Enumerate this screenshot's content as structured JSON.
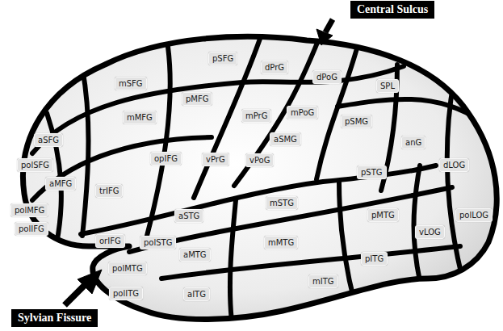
{
  "diagram": {
    "nodes": [
      {
        "text": [
          "Central Sulcus"
        ]
      },
      {
        "text": [
          "pSFG"
        ]
      },
      {
        "text": [
          "dPrG"
        ]
      },
      {
        "text": [
          "dPoG"
        ]
      },
      {
        "text": [
          "mSFG"
        ]
      },
      {
        "text": [
          "SPL"
        ]
      },
      {
        "text": [
          "pMFG"
        ]
      },
      {
        "text": [
          "mMFG"
        ]
      },
      {
        "text": [
          "mPrG"
        ]
      },
      {
        "text": [
          "mPoG"
        ]
      },
      {
        "text": [
          "pSMG"
        ]
      },
      {
        "text": [
          "aSMG"
        ]
      },
      {
        "text": [
          "aSFG"
        ]
      },
      {
        "text": [
          "anG"
        ]
      },
      {
        "text": [
          "opIFG"
        ]
      },
      {
        "text": [
          "vPrG"
        ]
      },
      {
        "text": [
          "vPoG"
        ]
      },
      {
        "text": [
          "polSFG"
        ]
      },
      {
        "text": [
          "dLOG"
        ]
      },
      {
        "text": [
          "pSTG"
        ]
      },
      {
        "text": [
          "aMFG"
        ]
      },
      {
        "text": [
          "trIFG"
        ]
      },
      {
        "text": [
          "mSTG"
        ]
      },
      {
        "text": [
          "polMFG"
        ]
      },
      {
        "text": [
          "pMTG"
        ]
      },
      {
        "text": [
          "polLOG"
        ]
      },
      {
        "text": [
          "aSTG"
        ]
      },
      {
        "text": [
          "polIFG"
        ]
      },
      {
        "text": [
          "vLOG"
        ]
      },
      {
        "text": [
          "orIFG"
        ]
      },
      {
        "text": [
          "polSTG"
        ]
      },
      {
        "text": [
          "mMTG"
        ]
      },
      {
        "text": [
          "aMTG"
        ]
      },
      {
        "text": [
          "pITG"
        ]
      },
      {
        "text": [
          "polMTG"
        ]
      },
      {
        "text": [
          "mITG"
        ]
      },
      {
        "text": [
          "polITG"
        ]
      },
      {
        "text": [
          "aITG"
        ]
      },
      {
        "text": [
          "Sylvian Fissure"
        ]
      }
    ]
  }
}
